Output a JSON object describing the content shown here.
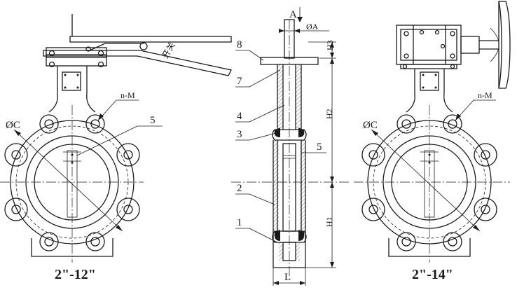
{
  "left_view": {
    "caption": "2\"-12\"",
    "dim_diameter": "ØC",
    "dim_holes": "n-M",
    "part_callout": "5",
    "handle_text": "开关"
  },
  "section_view": {
    "view_marker": "A",
    "dim_stem": "ØA",
    "dim_h1": "H1",
    "dim_h2": "H2",
    "dim_h3": "H3",
    "dim_l": "L",
    "parts": {
      "p1": "1",
      "p2": "2",
      "p3": "3",
      "p4": "4",
      "p5": "5",
      "p7": "7",
      "p8": "8"
    }
  },
  "right_view": {
    "caption": "2\"-14\"",
    "dim_diameter": "ØC",
    "dim_holes": "n-M"
  }
}
